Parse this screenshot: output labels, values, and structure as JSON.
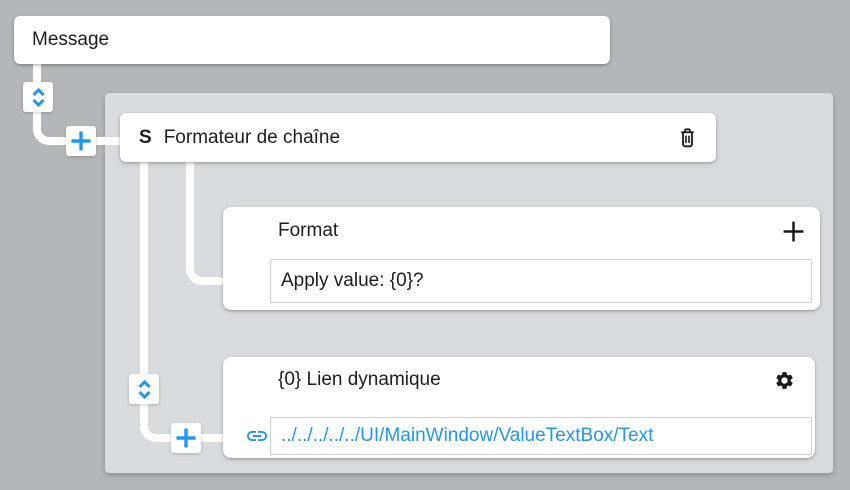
{
  "colors": {
    "accent_blue": "#2196f3",
    "outer_background": "#b4b7b9",
    "panel_background": "#d9dcde",
    "card_background": "#ffffff",
    "text": "#1d1d1d",
    "input_border": "#ccd0d2"
  },
  "message_node": {
    "label": "Message"
  },
  "formatter_node": {
    "type_badge": "S",
    "title": "Formateur de chaîne",
    "format": {
      "label": "Format",
      "value": "Apply value: {0}?"
    },
    "dynamic_link": {
      "label": "{0} Lien dynamique",
      "value": "../../../../../UI/MainWindow/ValueTextBox/Text"
    }
  },
  "icons": {
    "reorder": "blue up/down chevrons (unfold-more)",
    "add_connector": "blue plus",
    "add": "black plus",
    "delete": "black trash can",
    "settings": "black gear",
    "link": "blue chain link"
  }
}
